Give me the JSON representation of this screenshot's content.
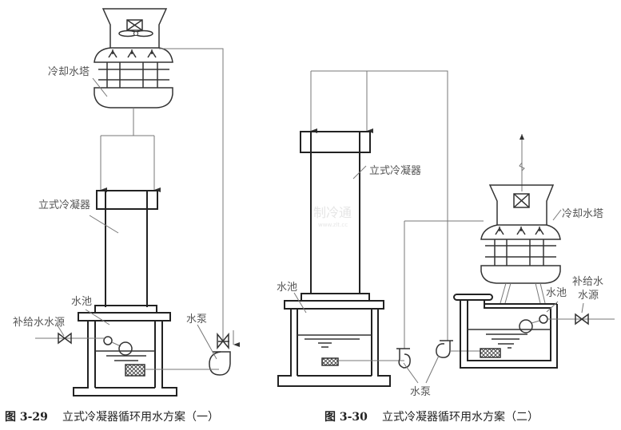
{
  "figure_left": {
    "labels": {
      "cooling_tower": "冷却水塔",
      "condenser": "立式冷凝器",
      "pool": "水池",
      "makeup_water": "补给水水源",
      "pump": "水泵"
    },
    "caption": {
      "number": "图 3-29",
      "title": "立式冷凝器循环用水方案（一）"
    }
  },
  "figure_right": {
    "labels": {
      "condenser": "立式冷凝器",
      "cooling_tower": "冷却水塔",
      "pool_left": "水池",
      "pool_right": "水池",
      "makeup_water_line1": "补给水",
      "makeup_water_line2": "水源",
      "pump": "水泵"
    },
    "watermark": {
      "text": "制冷通",
      "url": "www.zlt.cc"
    },
    "caption": {
      "number": "图 3-30",
      "title": "立式冷凝器循环用水方案（二）"
    }
  }
}
